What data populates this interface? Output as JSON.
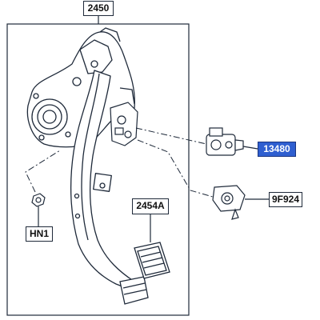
{
  "callouts": {
    "pedal_box": "2450",
    "switch_upper": "13480",
    "switch_lower": "9F924",
    "pedal_pad": "2454A",
    "nut": "HN1"
  },
  "colors": {
    "highlight": "#2f5fd0",
    "line": "#1f2a3a"
  }
}
